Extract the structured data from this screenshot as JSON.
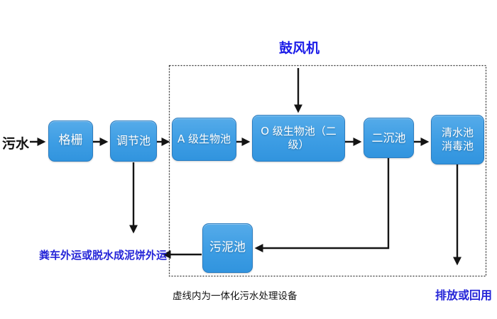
{
  "diagram": {
    "inflow_label": "污水",
    "blower_label": "鼓风机",
    "nodes": {
      "grid": "格栅",
      "regulating_tank": "调节池",
      "a_bio_tank": "A 级生物池",
      "o_bio_tank": "O 级生物池（二级）",
      "secondary_clarifier": "二沉池",
      "clear_water_tank_line1": "清水池",
      "clear_water_tank_line2": "消毒池",
      "sludge_tank": "污泥池"
    },
    "labels": {
      "sludge_disposal": "粪车外运或脱水成泥饼外运",
      "boundary_note": "虚线内为一体化污水处理设备",
      "discharge": "排放或回用"
    },
    "colors": {
      "node_fill": "#3f9fe6",
      "node_border": "#2a7cc0",
      "node_text": "#ffffff",
      "blue_label_text": "#2525d8",
      "blower_text": "#1b1be8",
      "arrow": "#141414",
      "dashed_boundary": "#333333"
    }
  }
}
